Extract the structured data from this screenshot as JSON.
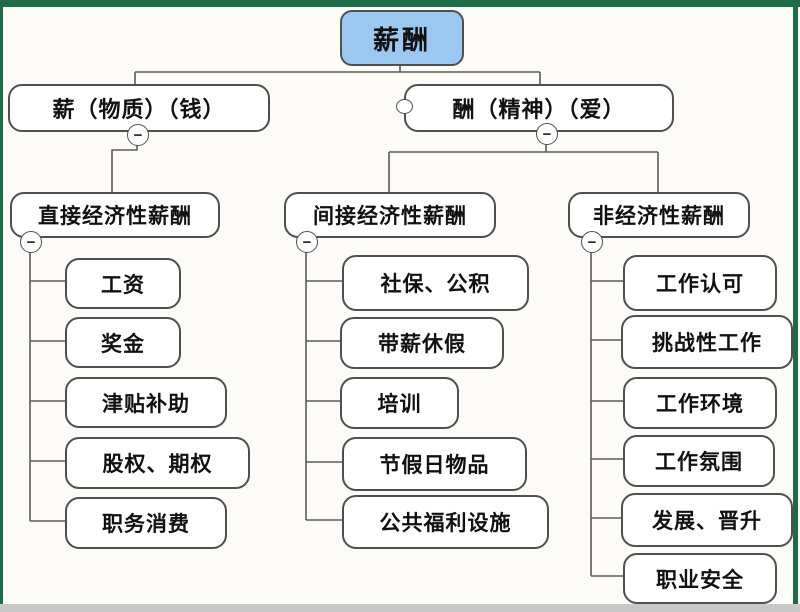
{
  "theme": {
    "green": "#1f6b48",
    "frame-bottom": "#c8c8c8",
    "root-fill": "#9cc7ef",
    "border": "#4f4f4f",
    "line": "#5b5b5b",
    "bg": "#fcfbf7",
    "text": "#111111"
  },
  "tree": {
    "root": {
      "label": "薪酬",
      "fill": "#9cc7ef"
    },
    "level1": [
      {
        "label": "薪（物质）（钱）"
      },
      {
        "label": "酬（精神）（爱）"
      }
    ],
    "level2": [
      {
        "label": "直接经济性薪酬",
        "children": [
          "工资",
          "奖金",
          "津贴补助",
          "股权、期权",
          "职务消费"
        ]
      },
      {
        "label": "间接经济性薪酬",
        "children": [
          "社保、公积",
          "带薪休假",
          "培训",
          "节假日物品",
          "公共福利设施"
        ]
      },
      {
        "label": "非经济性薪酬",
        "children": [
          "工作认可",
          "挑战性工作",
          "工作环境",
          "工作氛围",
          "发展、晋升",
          "职业安全"
        ]
      }
    ],
    "collapse_glyph": "−"
  }
}
